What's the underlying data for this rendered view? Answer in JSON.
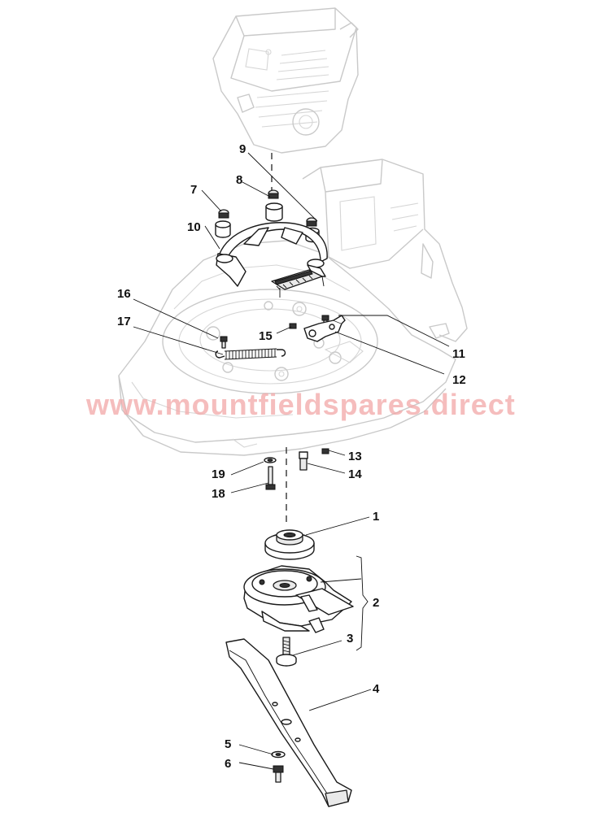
{
  "watermark": "www.mountfieldspares.direct",
  "callouts": [
    {
      "id": "1",
      "text": "1"
    },
    {
      "id": "2",
      "text": "2"
    },
    {
      "id": "3",
      "text": "3"
    },
    {
      "id": "4",
      "text": "4"
    },
    {
      "id": "5",
      "text": "5"
    },
    {
      "id": "6",
      "text": "6"
    },
    {
      "id": "7",
      "text": "7"
    },
    {
      "id": "8",
      "text": "8"
    },
    {
      "id": "9",
      "text": "9"
    },
    {
      "id": "10",
      "text": "10"
    },
    {
      "id": "11",
      "text": "11"
    },
    {
      "id": "12",
      "text": "12"
    },
    {
      "id": "13",
      "text": "13"
    },
    {
      "id": "14",
      "text": "14"
    },
    {
      "id": "15",
      "text": "15"
    },
    {
      "id": "16",
      "text": "16"
    },
    {
      "id": "17",
      "text": "17"
    },
    {
      "id": "18",
      "text": "18"
    },
    {
      "id": "19",
      "text": "19"
    }
  ]
}
